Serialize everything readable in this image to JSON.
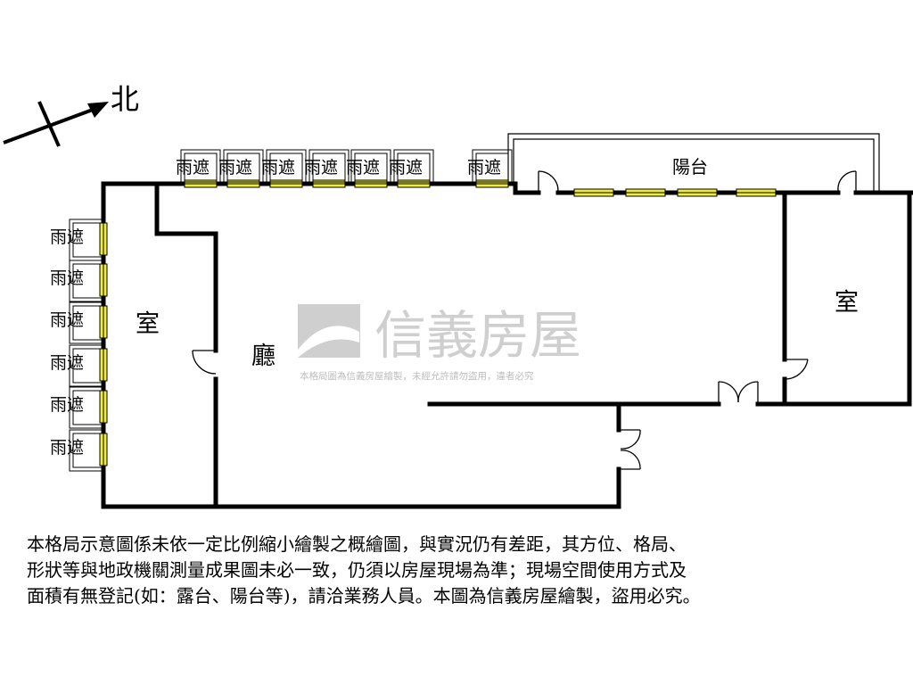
{
  "compass": {
    "label": "北"
  },
  "rooms": {
    "left_room": "室",
    "living_room": "廳",
    "right_room": "室",
    "balcony": "陽台"
  },
  "awning_label": "雨遮",
  "watermark": {
    "brand": "信義房屋",
    "notice": "本格局圖為信義房屋繪製，未經允許請勿盜用，違者必究"
  },
  "disclaimer": {
    "lines": [
      "本格局示意圖係未依一定比例縮小繪製之概繪圖，與實況仍有差距，其方位、格局、",
      "形狀等與地政機關測量成果圖未必一致，仍須以房屋現場為準；現場空間使用方式及",
      "面積有無登記(如：露台、陽台等)，請洽業務人員。本圖為信義房屋繪製，盜用必究。"
    ]
  },
  "colors": {
    "window": "#f0ec3c",
    "wall": "#000000",
    "watermark": "#cfcfcf"
  }
}
